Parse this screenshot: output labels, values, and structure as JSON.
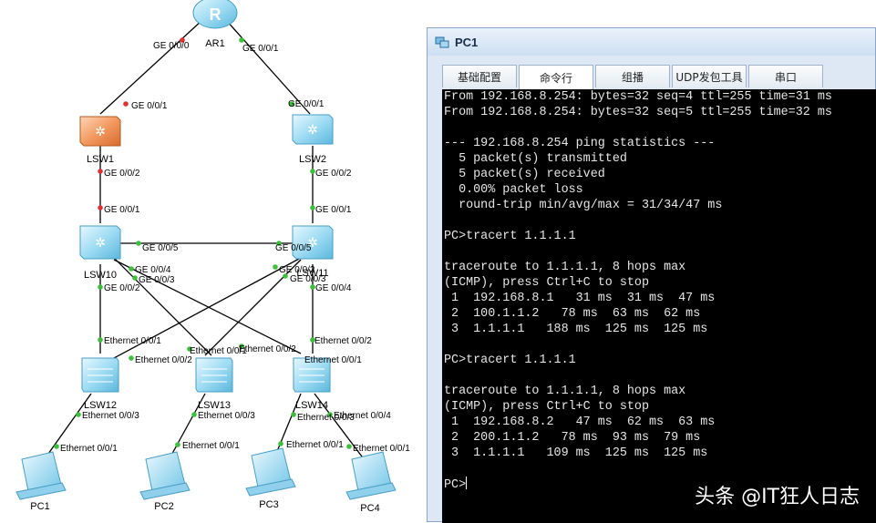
{
  "topology": {
    "router": {
      "name": "AR1"
    },
    "switches": [
      "LSW1",
      "LSW2",
      "LSW10",
      "LSW11",
      "LSW12",
      "LSW13",
      "LSW14"
    ],
    "pcs": [
      "PC1",
      "PC2",
      "PC3",
      "PC4"
    ],
    "ports": {
      "ar1_left": "GE 0/0/0",
      "ar1_right": "GE 0/0/1",
      "lsw1_up": "GE 0/0/1",
      "lsw2_up": "GE 0/0/1",
      "lsw1_down": "GE 0/0/2",
      "lsw2_down": "GE 0/0/2",
      "lsw10_up": "GE 0/0/1",
      "lsw11_up": "GE 0/0/1",
      "lsw10_p5": "GE 0/0/5",
      "lsw11_p5": "GE 0/0/5",
      "lsw10_p4": "GE 0/0/4",
      "lsw10_p3": "GE 0/0/3",
      "lsw10_p2": "GE 0/0/2",
      "lsw11_p2": "GE 0/0/2",
      "lsw11_p3": "GE 0/0/3",
      "lsw11_p4": "GE 0/0/4",
      "lsw12_e1": "Ethernet 0/0/1",
      "lsw12_e2": "Ethernet 0/0/2",
      "lsw13_e1": "Ethernet 0/0/1",
      "lsw13_e2": "Ethernet 0/0/2",
      "lsw14_e2": "Ethernet 0/0/2",
      "lsw14_e1": "Ethernet 0/0/1",
      "lsw12_e3": "Ethernet 0/0/3",
      "lsw13_e3": "Ethernet 0/0/3",
      "lsw14_e3": "Ethernet 0/0/3",
      "lsw14_e4": "Ethernet 0/0/4",
      "pc1_e1": "Ethernet 0/0/1",
      "pc2_e1": "Ethernet 0/0/1",
      "pc3_e1": "Ethernet 0/0/1",
      "pc4_e1": "Ethernet 0/0/1"
    }
  },
  "window": {
    "title": "PC1",
    "tabs": [
      "基础配置",
      "命令行",
      "组播",
      "UDP发包工具",
      "串口"
    ],
    "active_tab": 1,
    "terminal": [
      "From 192.168.8.254: bytes=32 seq=4 ttl=255 time=31 ms",
      "From 192.168.8.254: bytes=32 seq=5 ttl=255 time=32 ms",
      "",
      "--- 192.168.8.254 ping statistics ---",
      "  5 packet(s) transmitted",
      "  5 packet(s) received",
      "  0.00% packet loss",
      "  round-trip min/avg/max = 31/34/47 ms",
      "",
      "PC>tracert 1.1.1.1",
      "",
      "traceroute to 1.1.1.1, 8 hops max",
      "(ICMP), press Ctrl+C to stop",
      " 1  192.168.8.1   31 ms  31 ms  47 ms",
      " 2  100.1.1.2   78 ms  63 ms  62 ms",
      " 3  1.1.1.1   188 ms  125 ms  125 ms",
      "",
      "PC>tracert 1.1.1.1",
      "",
      "traceroute to 1.1.1.1, 8 hops max",
      "(ICMP), press Ctrl+C to stop",
      " 1  192.168.8.2   47 ms  62 ms  63 ms",
      " 2  200.1.1.2   78 ms  93 ms  79 ms",
      " 3  1.1.1.1   109 ms  125 ms  125 ms",
      "",
      "PC>"
    ]
  },
  "watermark": "头条 @IT狂人日志",
  "colors": {
    "link_up": "#3cc03c",
    "link_down": "#e03030",
    "terminal_bg": "#000000"
  }
}
